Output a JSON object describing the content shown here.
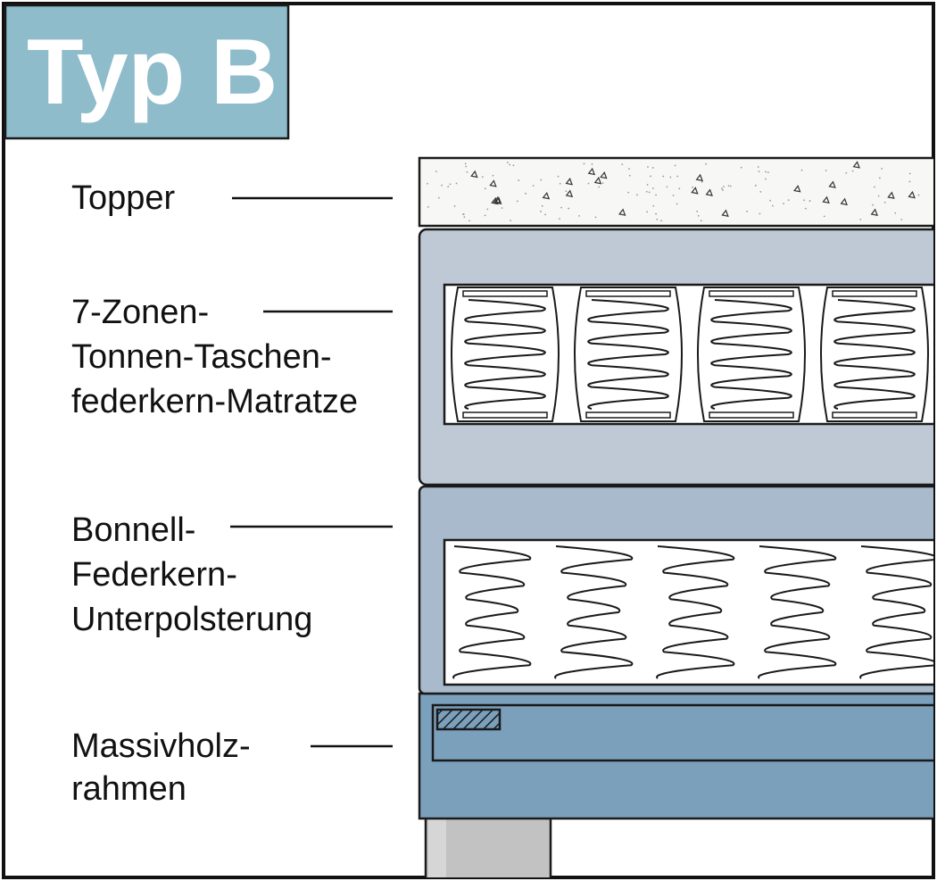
{
  "title": "Typ B",
  "colors": {
    "title_box": "#8ebccb",
    "topper": "#f7f7f5",
    "mattress": "#bfc9d5",
    "underlay": "#a8bacc",
    "frame": "#7aa0bc",
    "leg": "#c2c2c2",
    "outline": "#1a1a1a"
  },
  "labels": {
    "topper": [
      "Topper"
    ],
    "mattress": [
      "7-Zonen-",
      "Tonnen-Taschen-",
      "federkern-Matratze"
    ],
    "underlay": [
      "Bonnell-",
      "Federkern-",
      "Unterpolsterung"
    ],
    "frame": [
      "Massivholz-",
      "rahmen"
    ]
  }
}
